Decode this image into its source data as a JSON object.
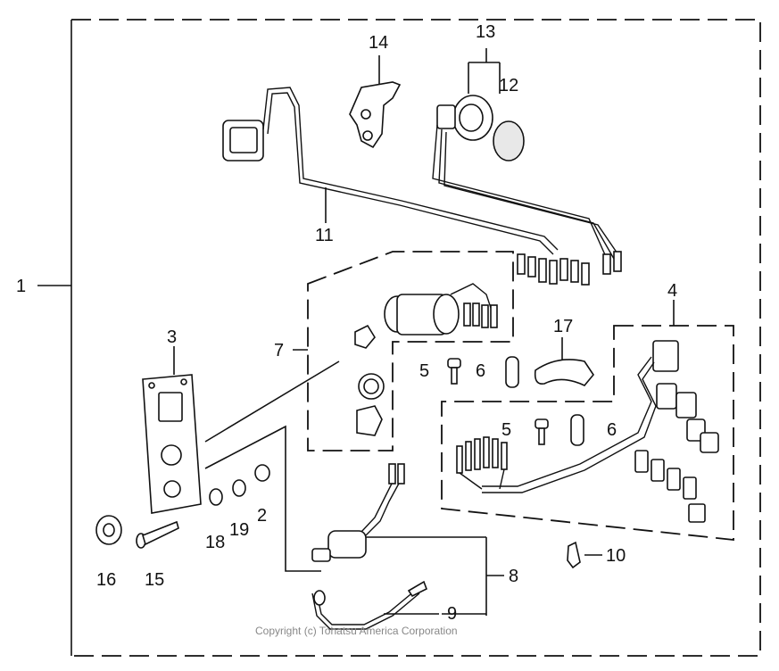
{
  "callouts": {
    "c1": "1",
    "c2": "2",
    "c3": "3",
    "c4": "4",
    "c5a": "5",
    "c5b": "5",
    "c6a": "6",
    "c6b": "6",
    "c7": "7",
    "c8": "8",
    "c9": "9",
    "c10": "10",
    "c11": "11",
    "c12": "12",
    "c13": "13",
    "c14": "14",
    "c15": "15",
    "c16": "16",
    "c17": "17",
    "c18": "18",
    "c19": "19"
  },
  "copyright": "Copyright (c) Tohatsu America Corporation"
}
